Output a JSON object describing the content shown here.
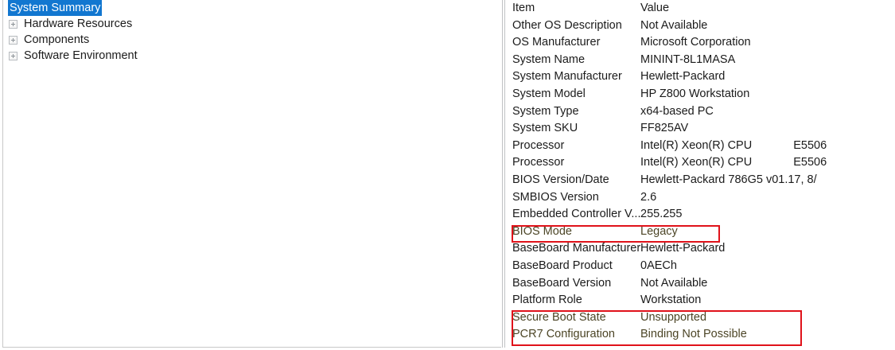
{
  "tree": {
    "items": [
      {
        "label": "System Summary",
        "selected": true,
        "expandable": false
      },
      {
        "label": "Hardware Resources",
        "selected": false,
        "expandable": true
      },
      {
        "label": "Components",
        "selected": false,
        "expandable": true
      },
      {
        "label": "Software Environment",
        "selected": false,
        "expandable": true
      }
    ]
  },
  "list": {
    "columns": {
      "item": "Item",
      "value": "Value"
    },
    "rows": [
      {
        "item": "Other OS Description",
        "value": "Not Available",
        "flagged": false
      },
      {
        "item": "OS Manufacturer",
        "value": "Microsoft Corporation",
        "flagged": false
      },
      {
        "item": "System Name",
        "value": "MININT-8L1MASA",
        "flagged": false
      },
      {
        "item": "System Manufacturer",
        "value": "Hewlett-Packard",
        "flagged": false
      },
      {
        "item": "System Model",
        "value": "HP Z800 Workstation",
        "flagged": false
      },
      {
        "item": "System Type",
        "value": "x64-based PC",
        "flagged": false
      },
      {
        "item": "System SKU",
        "value": "FF825AV",
        "flagged": false
      },
      {
        "item": "Processor",
        "value": "Intel(R) Xeon(R) CPU",
        "value_tail": "E5506",
        "flagged": false
      },
      {
        "item": "Processor",
        "value": "Intel(R) Xeon(R) CPU",
        "value_tail": "E5506",
        "flagged": false
      },
      {
        "item": "BIOS Version/Date",
        "value": "Hewlett-Packard 786G5 v01.17, 8/",
        "flagged": false
      },
      {
        "item": "SMBIOS Version",
        "value": "2.6",
        "flagged": false
      },
      {
        "item": "Embedded Controller V...",
        "value": "255.255",
        "flagged": false
      },
      {
        "item": "BIOS Mode",
        "value": "Legacy",
        "flagged": true
      },
      {
        "item": "BaseBoard Manufacturer",
        "value": "Hewlett-Packard",
        "flagged": false
      },
      {
        "item": "BaseBoard Product",
        "value": "0AECh",
        "flagged": false
      },
      {
        "item": "BaseBoard Version",
        "value": "Not Available",
        "flagged": false
      },
      {
        "item": "Platform Role",
        "value": "Workstation",
        "flagged": false
      },
      {
        "item": "Secure Boot State",
        "value": "Unsupported",
        "flagged": true
      },
      {
        "item": "PCR7 Configuration",
        "value": "Binding Not Possible",
        "flagged": true
      }
    ]
  },
  "annotations": {
    "color": "#e0121a",
    "boxes": [
      {
        "name": "bios-mode-highlight",
        "rows": [
          "BIOS Mode"
        ]
      },
      {
        "name": "secure-boot-highlight",
        "rows": [
          "Secure Boot State",
          "PCR7 Configuration"
        ]
      }
    ]
  },
  "colors": {
    "selection": "#1277d0",
    "selection_text": "#ffffff",
    "text": "#1b1b1b",
    "flagged_text": "#4c4526",
    "border": "#c8c8c8",
    "annotation": "#e0121a"
  }
}
